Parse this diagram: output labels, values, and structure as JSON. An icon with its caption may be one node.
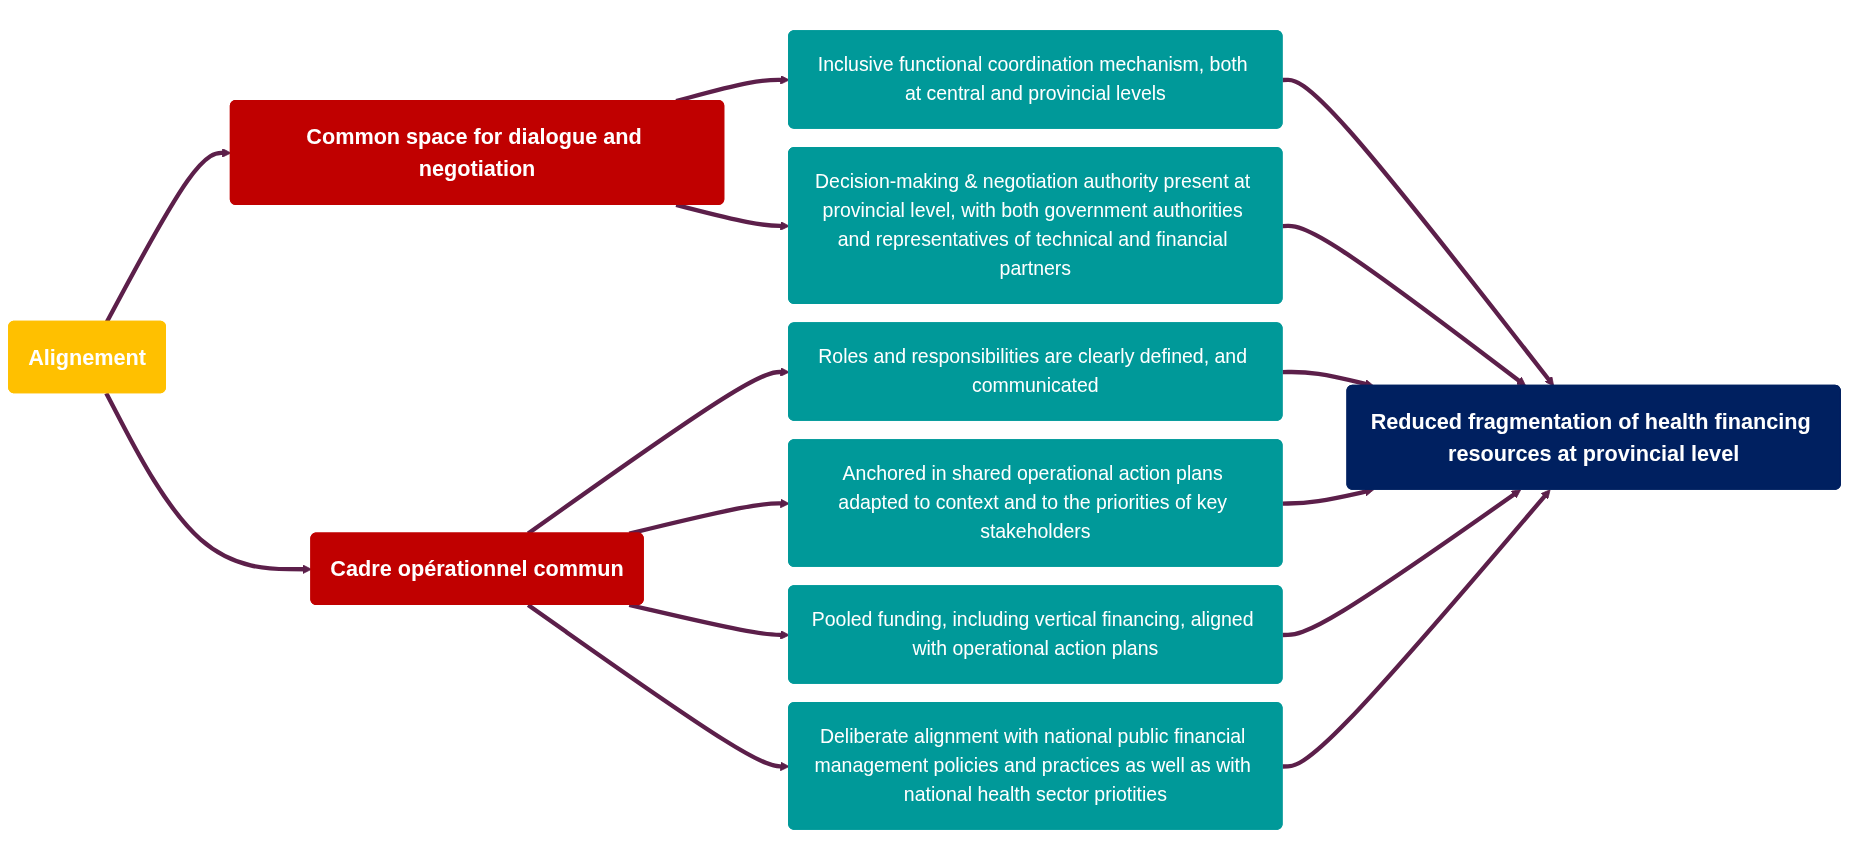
{
  "diagram": {
    "nodes": [
      {
        "text": [
          "Alignement"
        ]
      },
      {
        "text": [
          "Common space for dialogue and negotiation"
        ]
      },
      {
        "text": [
          "Cadre opérationnel commun"
        ]
      },
      {
        "text": [
          "Inclusive functional coordination mechanism, both at central and provincial levels"
        ]
      },
      {
        "text": [
          "Decision-making & negotiation authority present at provincial level, with both government authorities and representatives of technical and financial partners"
        ]
      },
      {
        "text": [
          "Roles and responsibilities are clearly defined, and communicated"
        ]
      },
      {
        "text": [
          "Anchored in shared operational action plans adapted to context and to the priorities of key stakeholders"
        ]
      },
      {
        "text": [
          "Pooled funding, including vertical financing, aligned with operational action plans"
        ]
      },
      {
        "text": [
          "Deliberate alignment with national public financial management policies and practices as well as with national health sector priotities"
        ]
      },
      {
        "text": [
          "Reduced fragmentation of health financing resources at provincial level"
        ]
      }
    ],
    "edges": [
      {
        "from": 0,
        "to": 1,
        "arrow": "to"
      },
      {
        "from": 0,
        "to": 2,
        "arrow": "to"
      },
      {
        "from": 1,
        "to": 3,
        "arrow": "to"
      },
      {
        "from": 1,
        "to": 4,
        "arrow": "to"
      },
      {
        "from": 2,
        "to": 5,
        "arrow": "to"
      },
      {
        "from": 2,
        "to": 6,
        "arrow": "to"
      },
      {
        "from": 2,
        "to": 7,
        "arrow": "to"
      },
      {
        "from": 2,
        "to": 8,
        "arrow": "to"
      },
      {
        "from": 3,
        "to": 9,
        "arrow": "to"
      },
      {
        "from": 4,
        "to": 9,
        "arrow": "to"
      },
      {
        "from": 5,
        "to": 9,
        "arrow": "to"
      },
      {
        "from": 6,
        "to": 9,
        "arrow": "to"
      },
      {
        "from": 7,
        "to": 9,
        "arrow": "to"
      },
      {
        "from": 8,
        "to": 9,
        "arrow": "to"
      }
    ]
  }
}
